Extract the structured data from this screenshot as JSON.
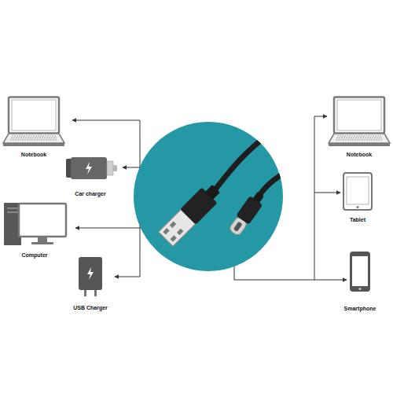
{
  "diagram": {
    "nodes": [
      {
        "text": [
          "Notebook"
        ]
      },
      {
        "text": [
          "Car charger"
        ]
      },
      {
        "text": [
          "Computer"
        ]
      },
      {
        "text": [
          "USB Charger"
        ]
      },
      {
        "text": [
          "Notebook"
        ]
      },
      {
        "text": [
          "Tablet"
        ]
      },
      {
        "text": [
          "Smartphone"
        ]
      }
    ]
  }
}
